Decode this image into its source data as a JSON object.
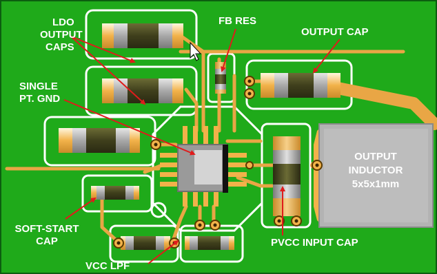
{
  "labels": {
    "ldo_output_caps": [
      "LDO",
      "OUTPUT",
      "CAPS"
    ],
    "fb_res": "FB RES",
    "output_cap": "OUTPUT CAP",
    "single_pt_gnd": [
      "SINGLE",
      "PT. GND"
    ],
    "output_inductor": [
      "OUTPUT",
      "INDUCTOR",
      "5x5x1mm"
    ],
    "soft_start_cap": [
      "SOFT-START",
      "CAP"
    ],
    "pvcc_input_cap": "PVCC INPUT CAP",
    "vcc_lpf": "VCC LPF"
  },
  "colors": {
    "board": "#1faa1a",
    "board_edge": "#0c5e10",
    "copper": "#f2b24a",
    "trace": "#e9a645",
    "silkscreen": "#ffffff",
    "arrow": "#e01b1b",
    "inductor": "#b3b3b3",
    "component_body": "#3f3f1c"
  }
}
